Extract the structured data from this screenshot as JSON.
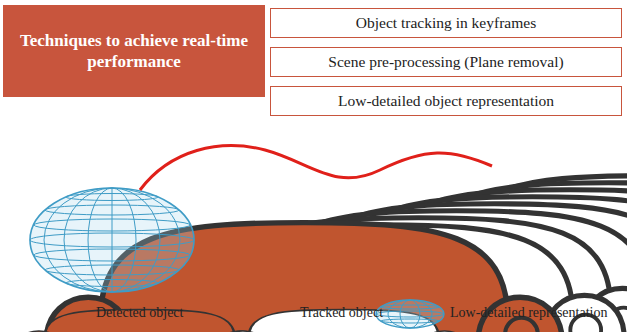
{
  "diagram": {
    "nodes": [
      {
        "text": [
          "Techniques to achieve real-time performance"
        ]
      },
      {
        "text": [
          "Object tracking in keyframes"
        ]
      },
      {
        "text": [
          "Scene pre-processing (Plane removal)"
        ]
      },
      {
        "text": [
          "Low-detailed object representation"
        ]
      }
    ],
    "legend": [
      {
        "text": "Detected object"
      },
      {
        "text": "Tracked object"
      },
      {
        "text": "Low-detailed representation"
      }
    ]
  }
}
